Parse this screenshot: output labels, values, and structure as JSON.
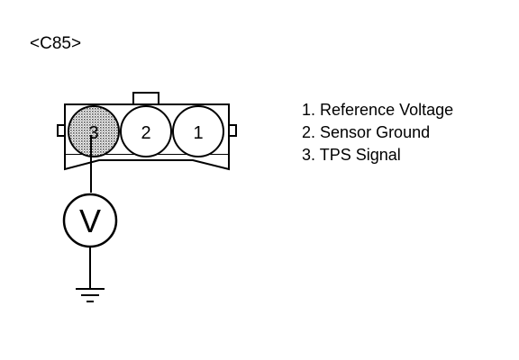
{
  "connector": {
    "id_label": "<C85>"
  },
  "pins": [
    {
      "number": "3",
      "highlighted": true
    },
    {
      "number": "2",
      "highlighted": false
    },
    {
      "number": "1",
      "highlighted": false
    }
  ],
  "meter": {
    "symbol": "V",
    "icon": "voltmeter-icon"
  },
  "ground": {
    "icon": "ground-symbol-icon"
  },
  "legend": {
    "items": [
      {
        "num": "1.",
        "label": "Reference Voltage"
      },
      {
        "num": "2.",
        "label": "Sensor Ground"
      },
      {
        "num": "3.",
        "label": "TPS Signal"
      }
    ]
  },
  "colors": {
    "line": "#000000",
    "highlight_pin_fill": "#9a9a9a",
    "background": "#ffffff"
  }
}
